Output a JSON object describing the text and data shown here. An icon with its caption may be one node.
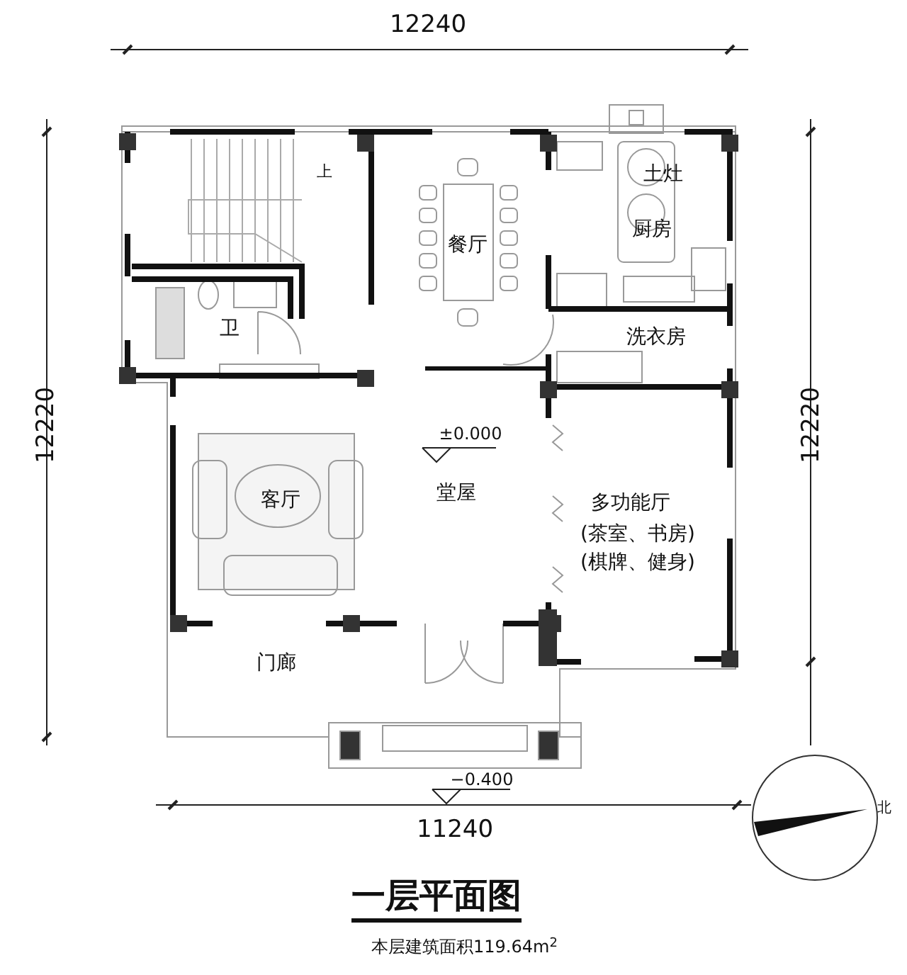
{
  "diagram": {
    "title": "一层平面图",
    "caption": "本层建筑面积119.64m$^{2}$",
    "labels": [
      "12240",
      "12220",
      "上",
      "土灶",
      "餐厅",
      "厨房",
      "卫",
      "洗衣房",
      "12220",
      "±0.000",
      "客厅",
      "堂屋",
      "多功能厅",
      "(茶室、书房)",
      "(棋牌、健身)",
      "门廊",
      "−0.400",
      "11240",
      "北"
    ]
  }
}
